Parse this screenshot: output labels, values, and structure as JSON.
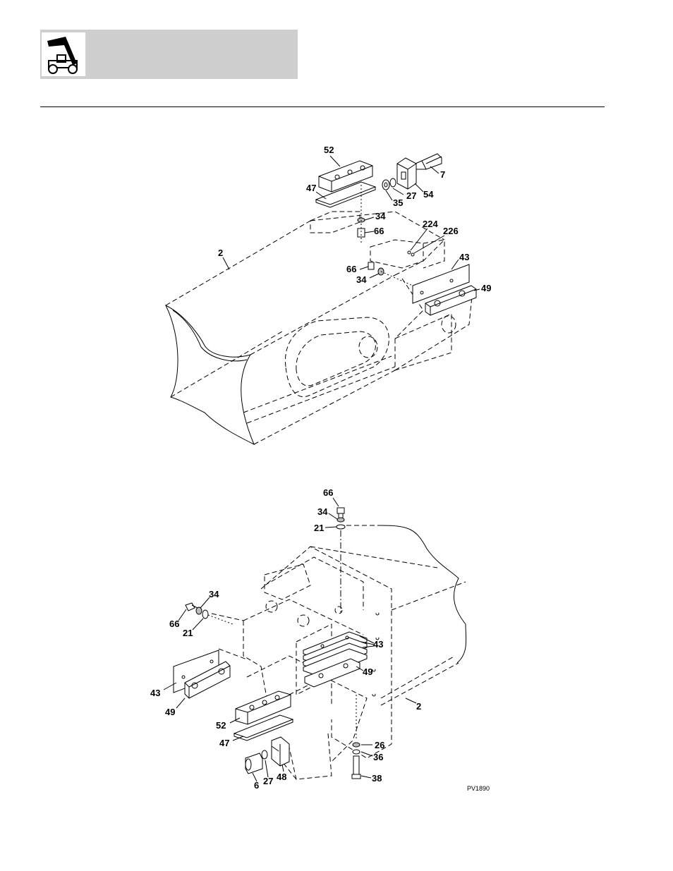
{
  "header": {
    "logo_icon": "telehandler-icon",
    "band_color": "#cfcfcf"
  },
  "figure_code": "PV1890",
  "upper_view": {
    "callouts": [
      "52",
      "7",
      "47",
      "27",
      "54",
      "35",
      "34",
      "66",
      "224",
      "226",
      "2",
      "43",
      "66",
      "34",
      "49"
    ]
  },
  "lower_view": {
    "callouts": [
      "66",
      "34",
      "21",
      "34",
      "66",
      "21",
      "43",
      "49",
      "43",
      "49",
      "2",
      "52",
      "47",
      "26",
      "36",
      "6",
      "27",
      "48",
      "38"
    ]
  }
}
